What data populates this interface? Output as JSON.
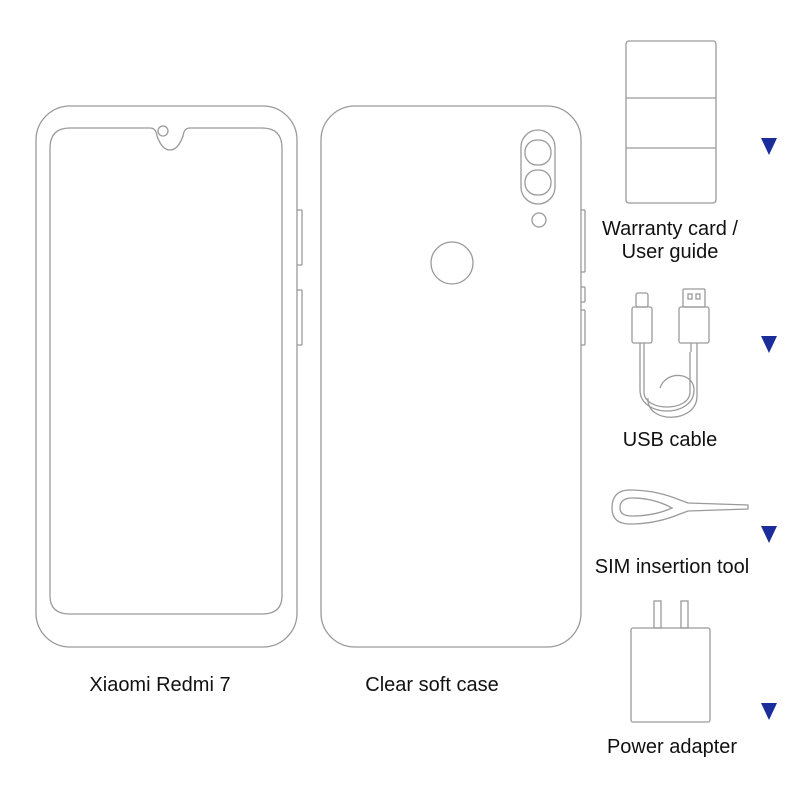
{
  "items": {
    "phone": {
      "label": "Xiaomi Redmi 7"
    },
    "case": {
      "label": "Clear soft case"
    },
    "warranty": {
      "label_line1": "Warranty card /",
      "label_line2": "User guide"
    },
    "usb": {
      "label": "USB cable"
    },
    "sim": {
      "label": "SIM insertion tool"
    },
    "power": {
      "label": "Power adapter"
    }
  },
  "icons": {
    "phone": "phone-front-outline-icon",
    "case": "phone-case-outline-icon",
    "warranty": "booklet-icon",
    "usb": "usb-cable-icon",
    "sim": "sim-ejector-pin-icon",
    "power": "power-adapter-icon",
    "marker": "triangle-down-icon"
  },
  "colors": {
    "line": "#9a9a9a",
    "text": "#111111",
    "accent": "#1a2d9a"
  }
}
